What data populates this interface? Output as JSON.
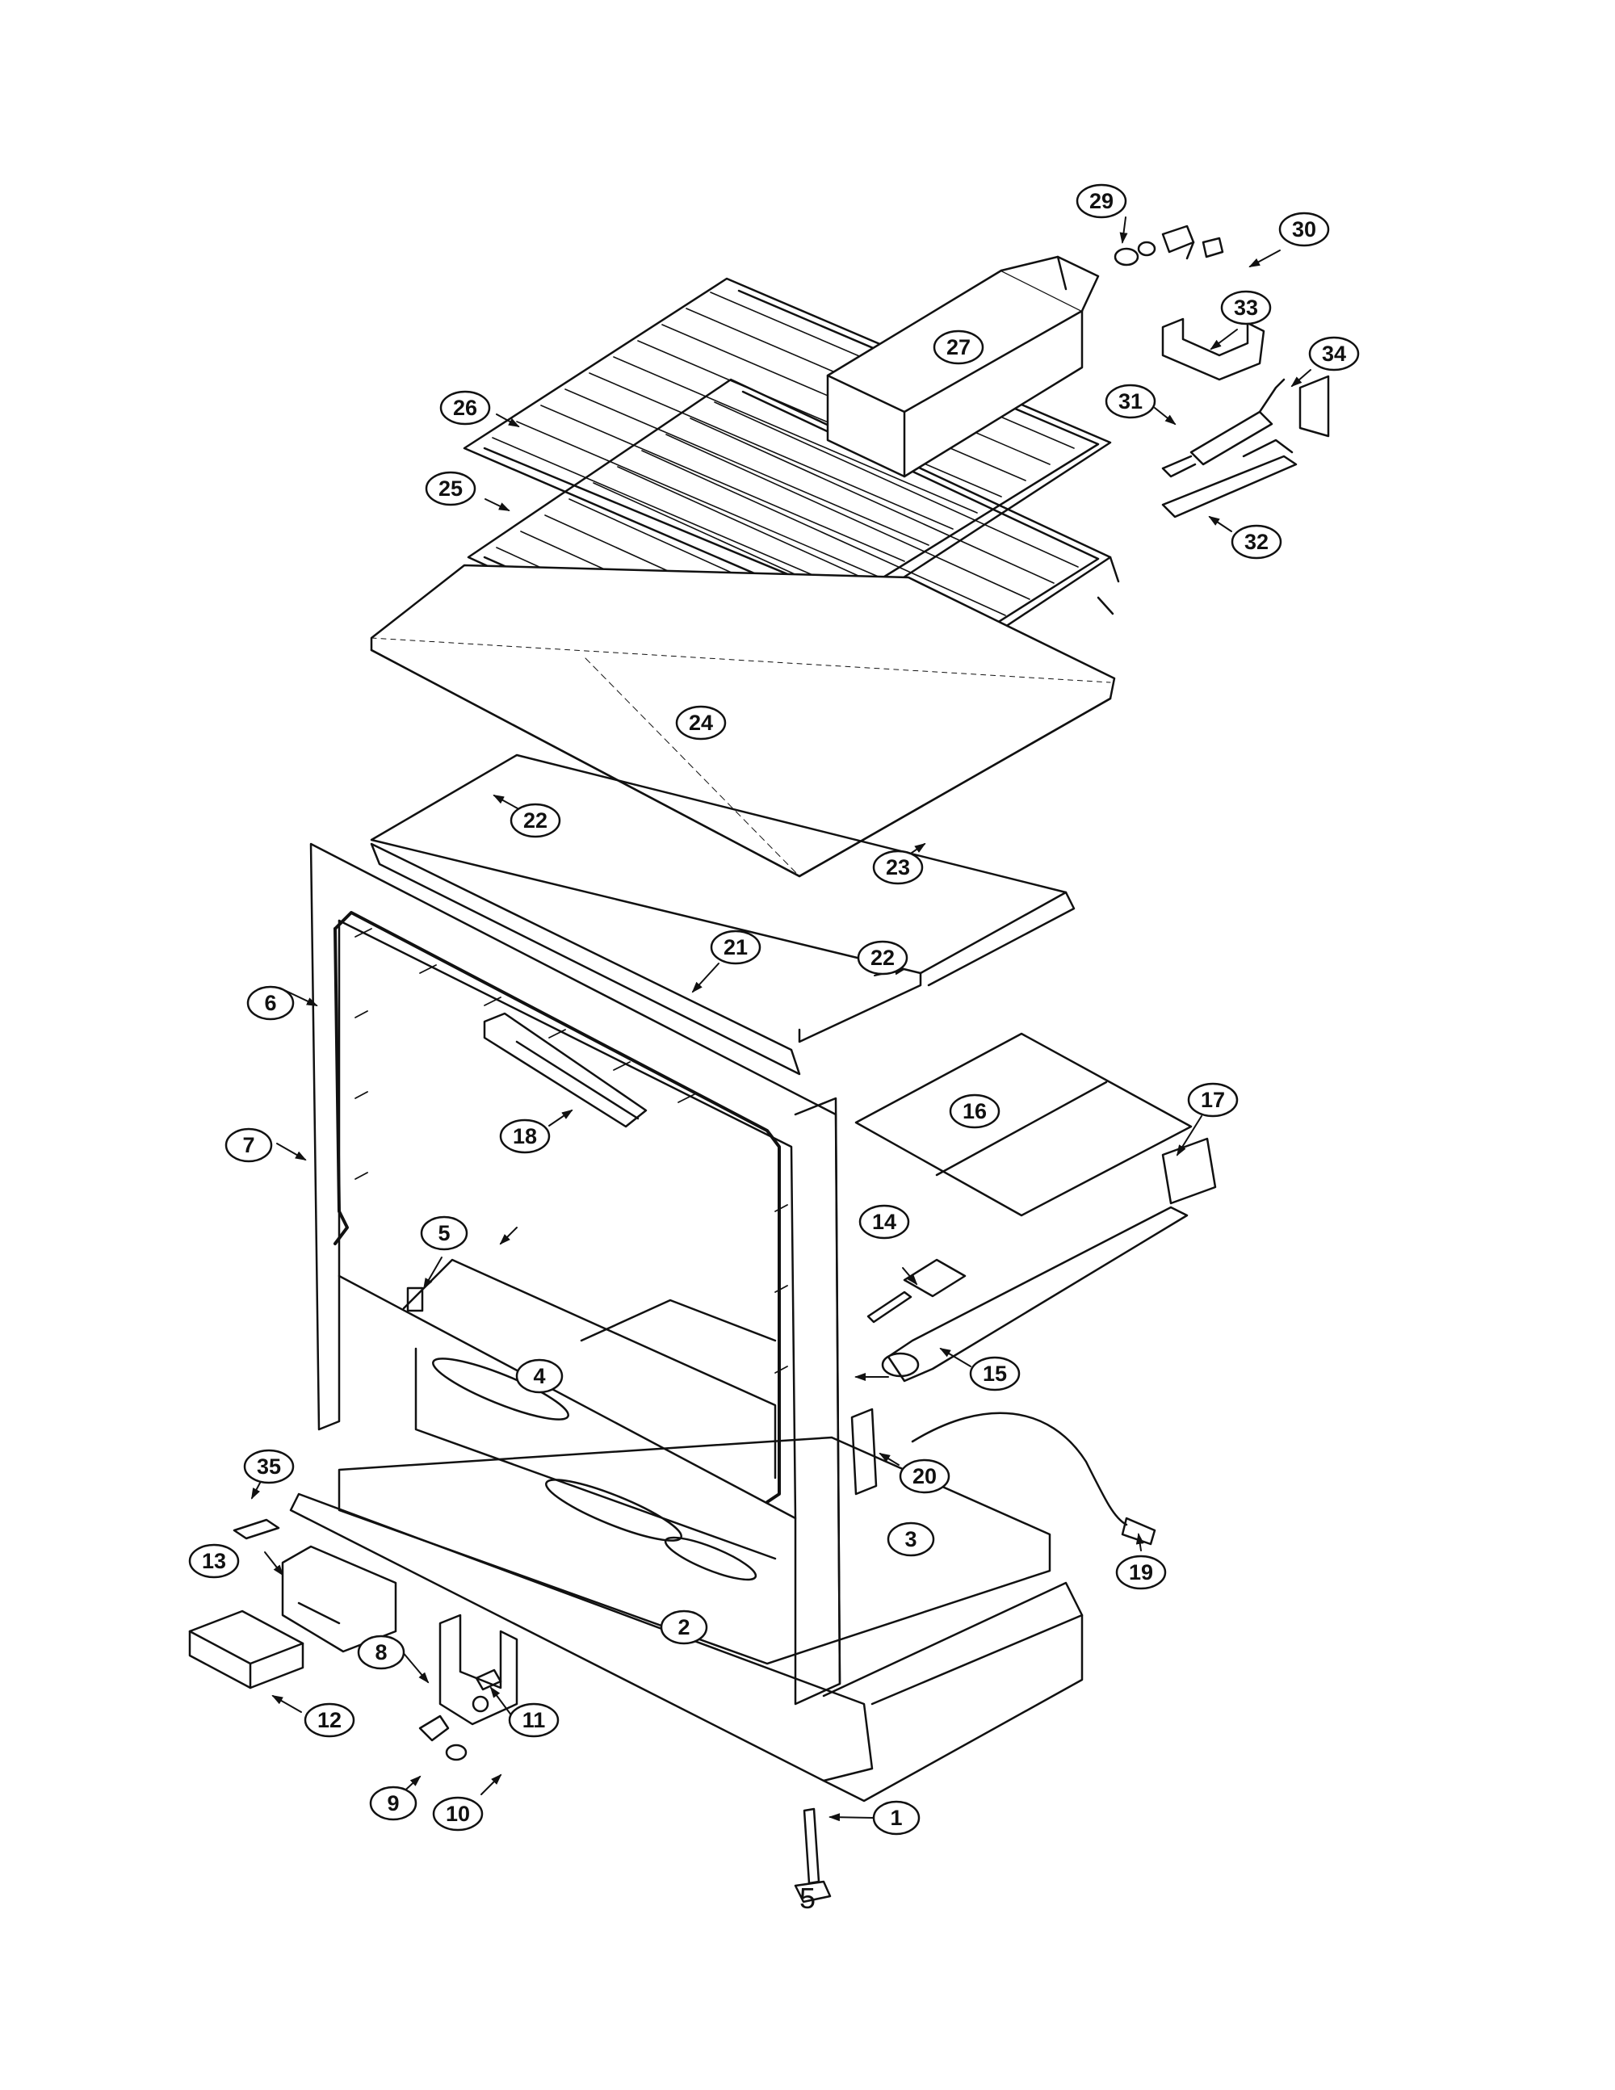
{
  "page_number": "5",
  "callouts": [
    "1",
    "2",
    "3",
    "4",
    "5",
    "6",
    "7",
    "8",
    "9",
    "10",
    "11",
    "12",
    "13",
    "14",
    "15",
    "16",
    "17",
    "18",
    "19",
    "20",
    "21",
    "22",
    "22",
    "23",
    "24",
    "25",
    "26",
    "27",
    "29",
    "30",
    "31",
    "32",
    "33",
    "34",
    "35"
  ]
}
